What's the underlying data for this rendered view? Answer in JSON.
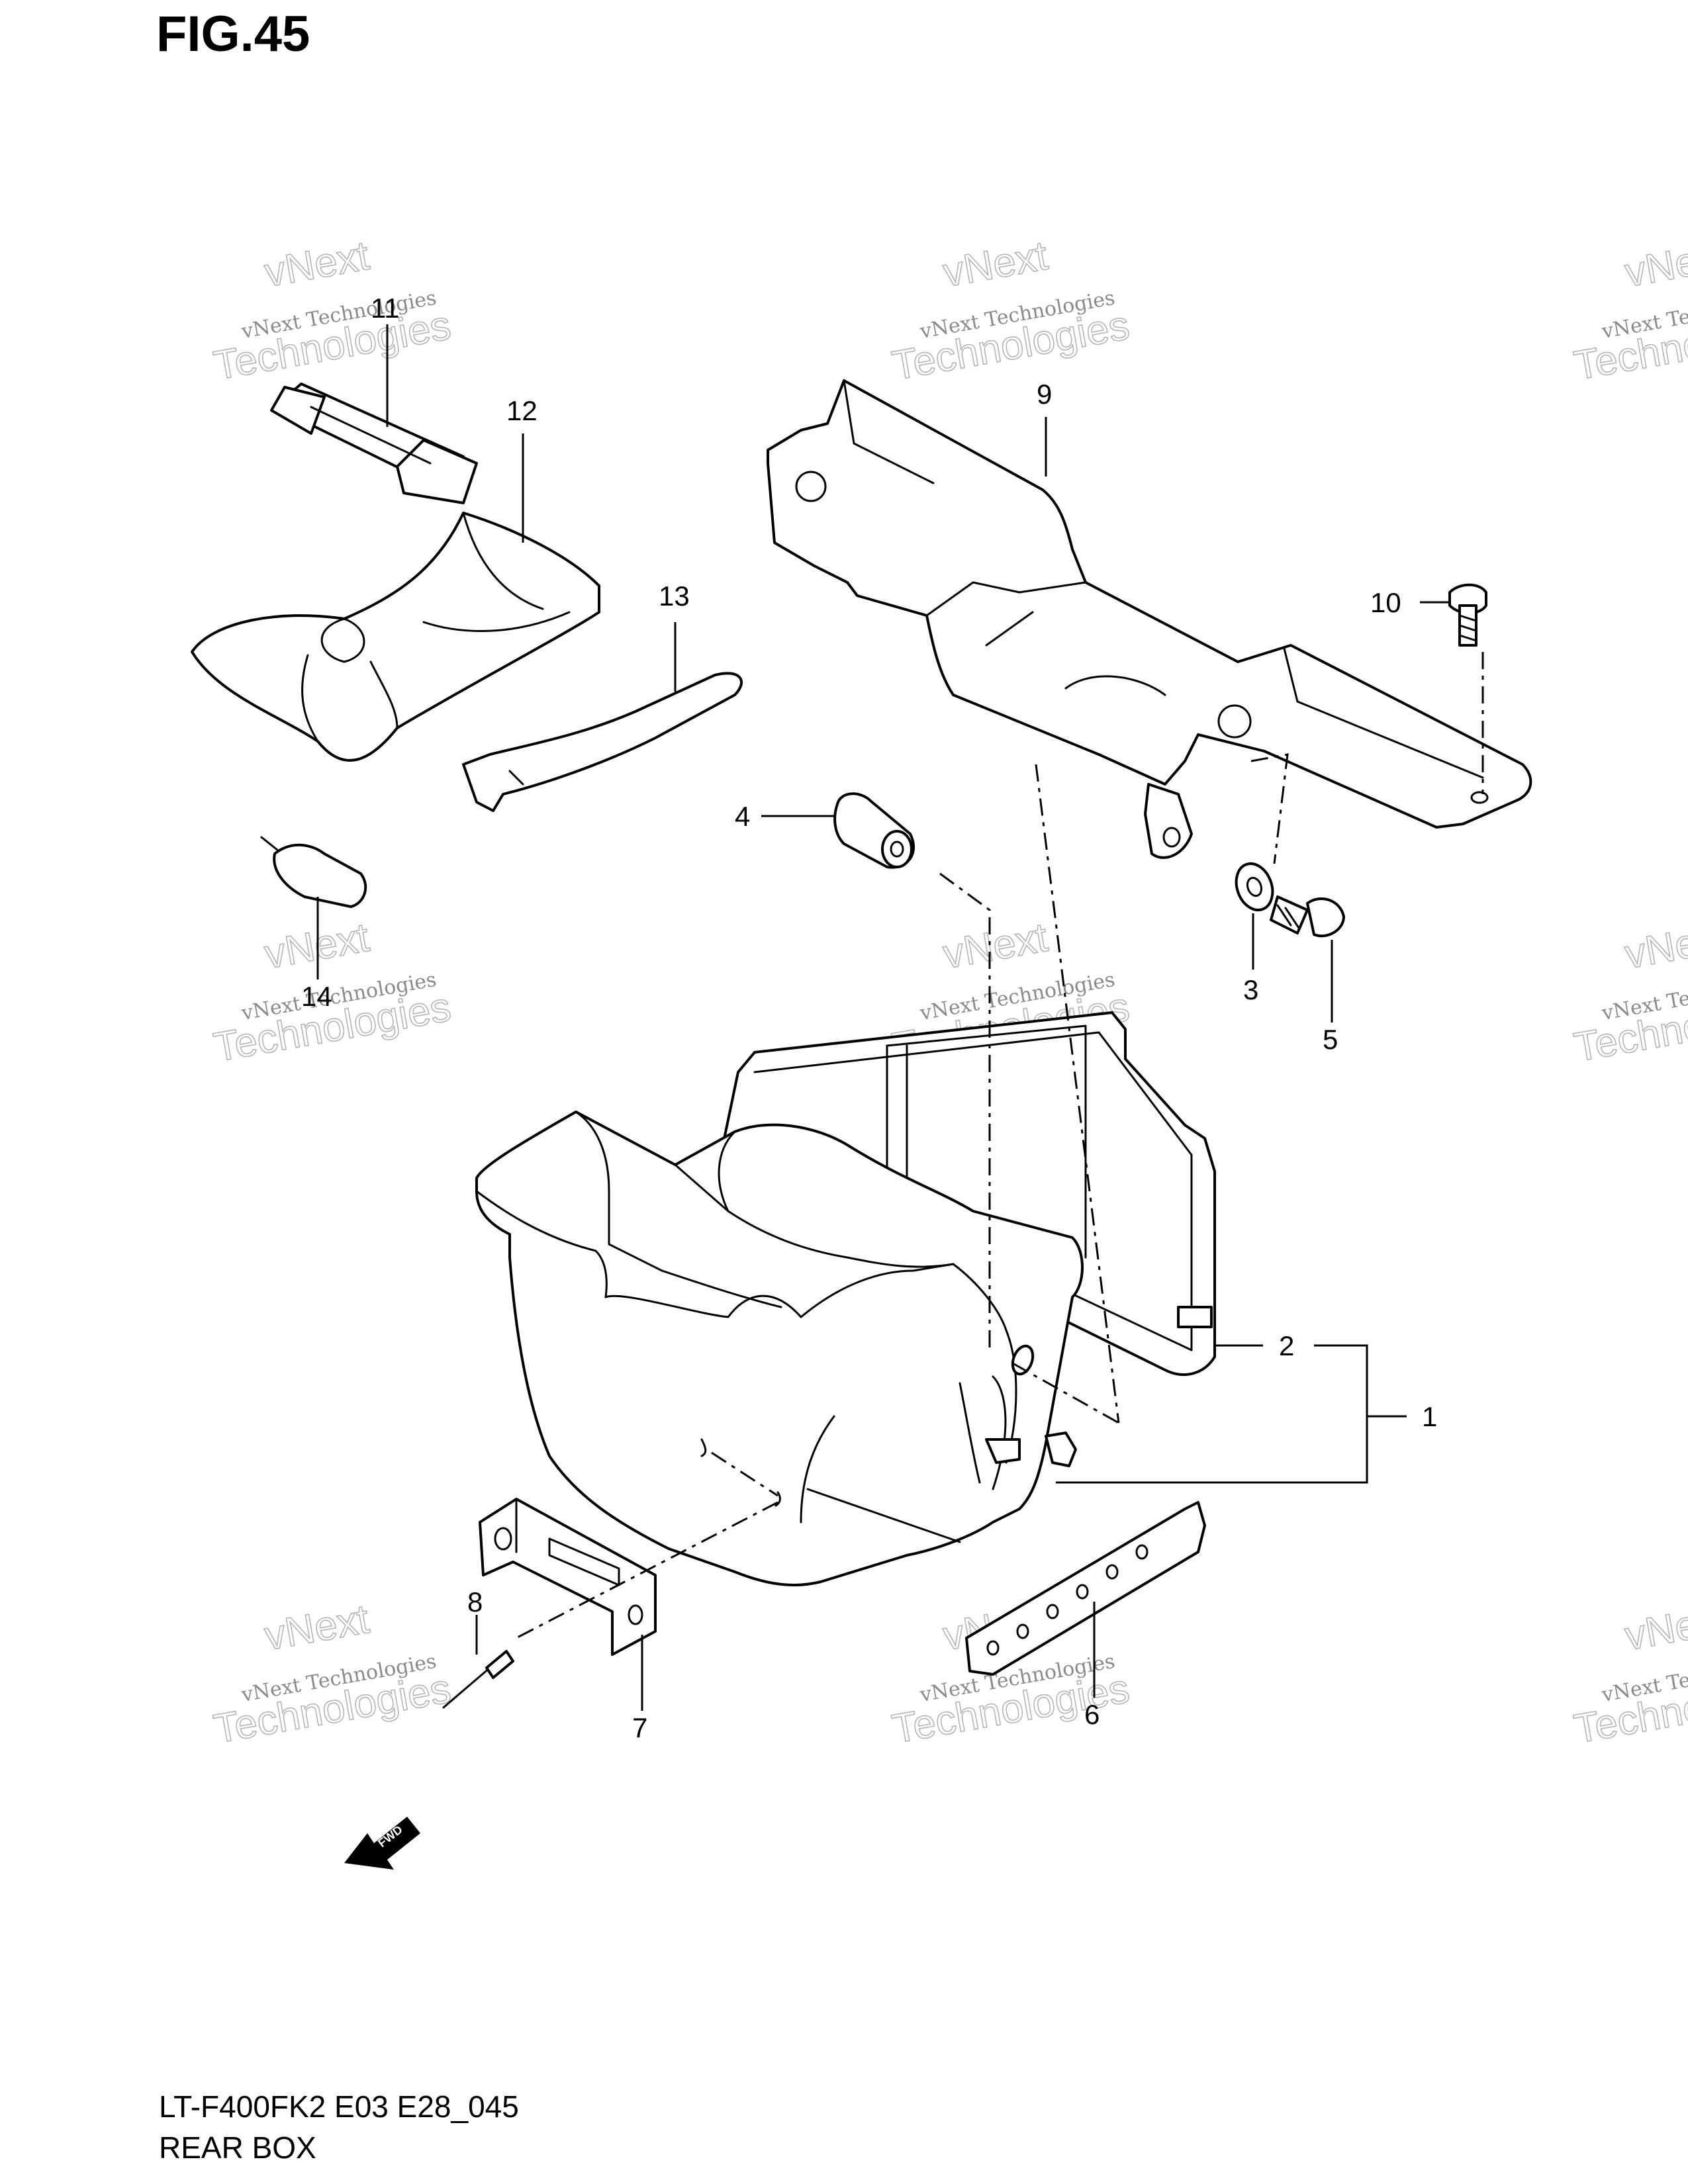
{
  "figure": {
    "title": "FIG.45"
  },
  "footer": {
    "model_code": "LT-F400FK2 E03 E28_045",
    "section_name": "REAR BOX"
  },
  "watermark": {
    "line1": "vNext Technologies",
    "line2_a": "vNext",
    "line2_b": "Technologies"
  },
  "fwd_label": "FWD",
  "callouts": [
    "1",
    "2",
    "3",
    "4",
    "5",
    "6",
    "7",
    "8",
    "9",
    "10",
    "11",
    "12",
    "13",
    "14"
  ]
}
